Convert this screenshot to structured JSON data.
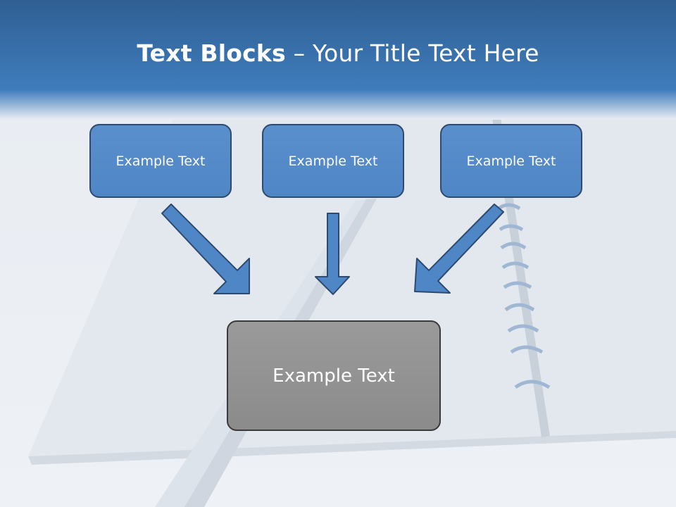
{
  "title": {
    "bold": "Text Blocks",
    "separator": " – ",
    "rest": "Your Title Text Here"
  },
  "top_boxes": [
    "Example Text",
    "Example Text",
    "Example Text"
  ],
  "center_box": "Example Text",
  "colors": {
    "header": "#3f78b5",
    "box_fill": "#5389c9",
    "box_border": "#2e4a6e",
    "center_fill": "#939393"
  }
}
